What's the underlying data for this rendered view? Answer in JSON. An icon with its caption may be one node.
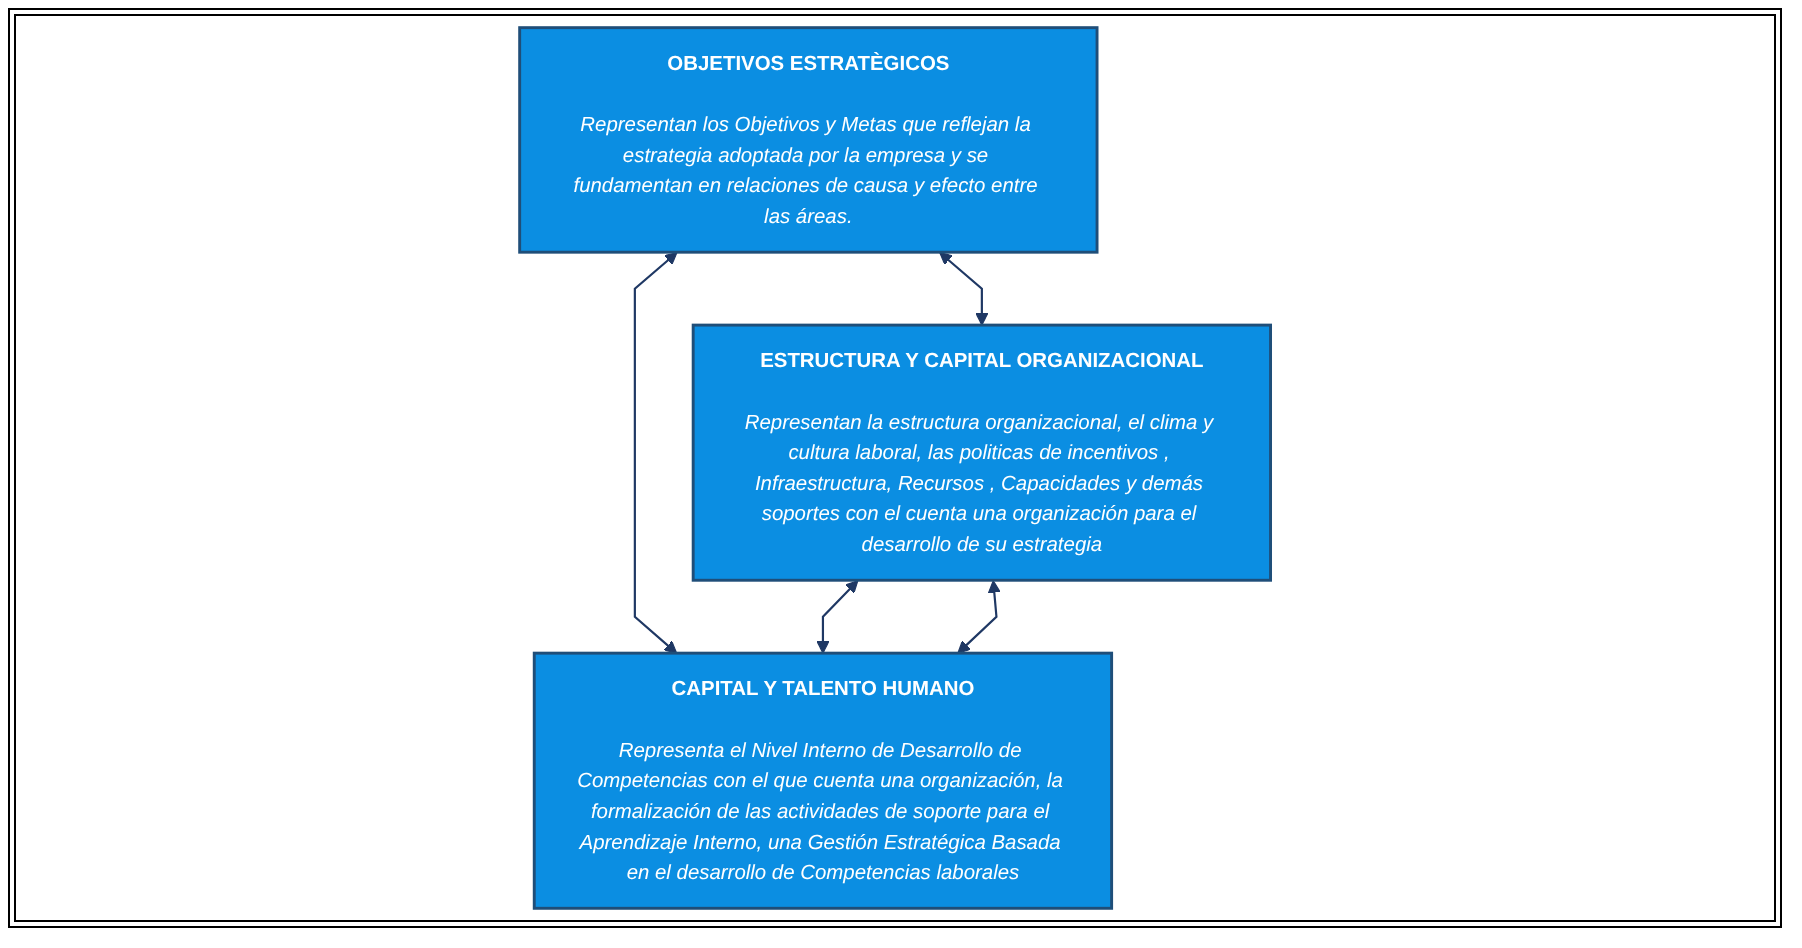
{
  "diagram": {
    "nodes": [
      {
        "text": [
          "OBJETIVOS ESTRATÈGICOS",
          "Representan los Objetivos y Metas que reflejan la estrategia adoptada por la empresa y se fundamentan en relaciones de causa y efecto entre las áreas."
        ]
      },
      {
        "text": [
          "ESTRUCTURA Y CAPITAL ORGANIZACIONAL",
          "Representan la estructura organizacional, el clima y cultura laboral, las politicas de incentivos , Infraestructura, Recursos , Capacidades y demás soportes con el cuenta una organización para el desarrollo de su estrategia"
        ]
      },
      {
        "text": [
          "CAPITAL Y TALENTO HUMANO",
          "Representa el Nivel Interno de Desarrollo de Competencias con el que cuenta una organización, la formalización de las actividades de soporte para el Aprendizaje Interno, una Gestión Estratégica Basada en el desarrollo de Competencias laborales"
        ]
      }
    ],
    "edges": [
      {
        "from": 0,
        "to": 1,
        "arrow": "both"
      },
      {
        "from": 0,
        "to": 2,
        "arrow": "both"
      },
      {
        "from": 1,
        "to": 2,
        "arrow": "both"
      },
      {
        "from": 1,
        "to": 2,
        "arrow": "both"
      }
    ]
  }
}
